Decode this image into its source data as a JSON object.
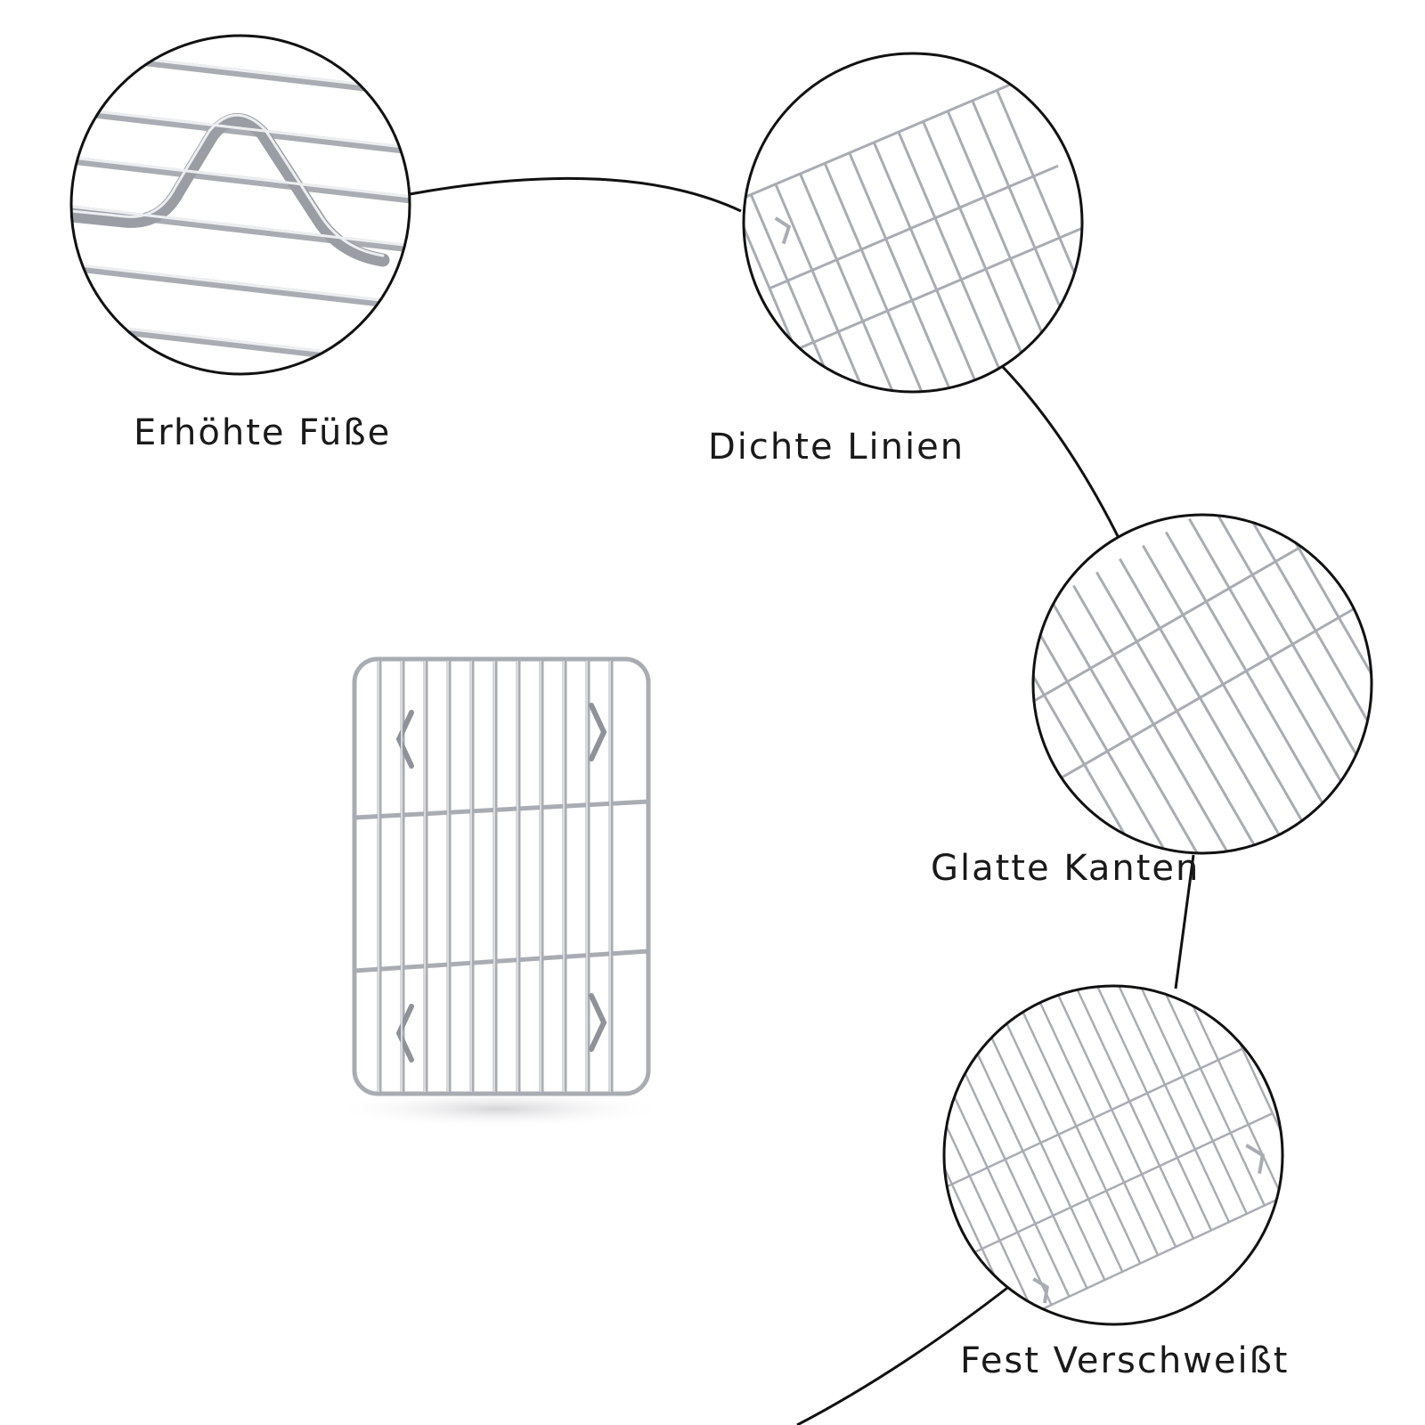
{
  "features": [
    {
      "id": "raised-feet",
      "label": "Erhöhte Füße"
    },
    {
      "id": "dense-lines",
      "label": "Dichte Linien"
    },
    {
      "id": "smooth-edges",
      "label": "Glatte Kanten"
    },
    {
      "id": "firmly-welded",
      "label": "Fest Verschweißt"
    }
  ],
  "colors": {
    "background": "#ffffff",
    "outline": "#111111",
    "wire": "#a9acb2",
    "wire_highlight": "#e4e6ea",
    "label": "#1a1a1a"
  }
}
